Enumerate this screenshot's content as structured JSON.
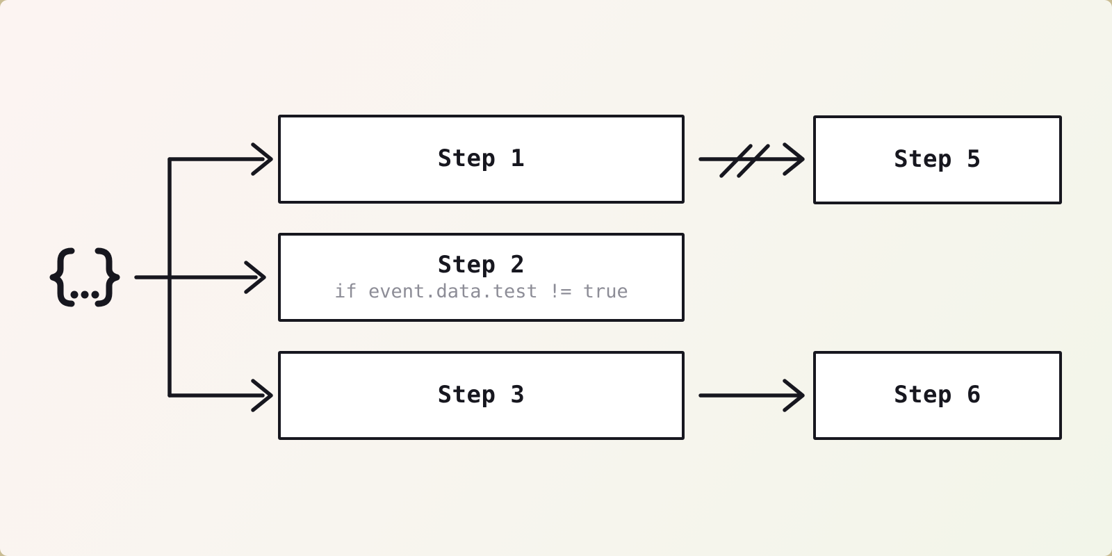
{
  "colors": {
    "frame-bg": "#c9bc93",
    "canvas-top-left": "#fcf4f2",
    "canvas-mid": "#f8f5ef",
    "canvas-bottom-right": "#f2f5e9",
    "edge": "#17171f",
    "node-bg": "#ffffff",
    "node-text": "#17171f",
    "condition-text": "#8d8d97"
  },
  "source": {
    "icon": "braces-ellipsis-icon",
    "glyph": "{...}"
  },
  "nodes": {
    "step1": {
      "label": "Step 1"
    },
    "step2": {
      "label": "Step 2",
      "condition": "if event.data.test != true"
    },
    "step3": {
      "label": "Step 3"
    },
    "step5": {
      "label": "Step 5"
    },
    "step6": {
      "label": "Step 6"
    }
  },
  "edges": [
    {
      "from": "source",
      "to": "step1",
      "style": "solid-arrow"
    },
    {
      "from": "source",
      "to": "step2",
      "style": "solid-arrow"
    },
    {
      "from": "source",
      "to": "step3",
      "style": "solid-arrow"
    },
    {
      "from": "step1",
      "to": "step5",
      "style": "cancelled-arrow"
    },
    {
      "from": "step3",
      "to": "step6",
      "style": "solid-arrow"
    }
  ]
}
